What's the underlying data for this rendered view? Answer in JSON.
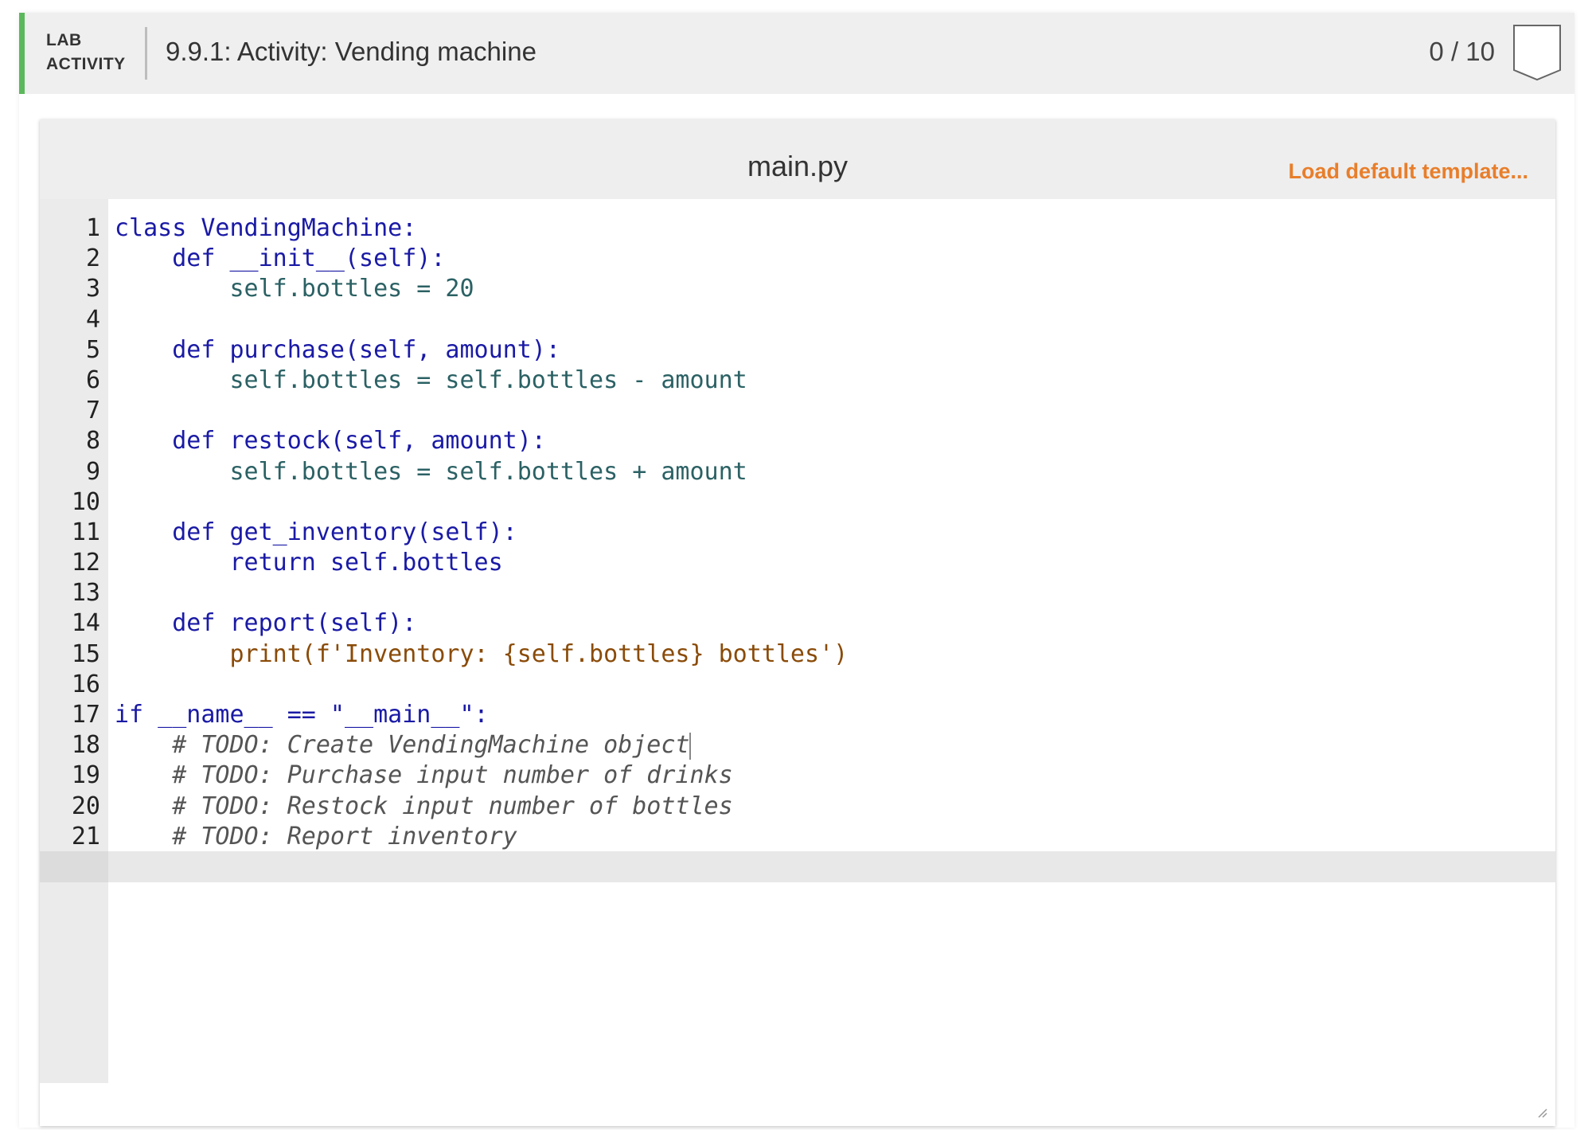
{
  "header": {
    "tag_line1": "LAB",
    "tag_line2": "ACTIVITY",
    "title": "9.9.1: Activity: Vending machine",
    "score": "0 / 10",
    "accent_color": "#5cb85c"
  },
  "editor": {
    "file_name": "main.py",
    "load_template_label": "Load default template...",
    "load_template_color": "#e87e2b",
    "active_line": 18,
    "line_numbers": [
      "1",
      "2",
      "3",
      "4",
      "5",
      "6",
      "7",
      "8",
      "9",
      "10",
      "11",
      "12",
      "13",
      "14",
      "15",
      "16",
      "17",
      "18",
      "19",
      "20",
      "21"
    ],
    "code": {
      "l1": "class VendingMachine:",
      "l2": "    def __init__(self):",
      "l3": "        self.bottles = 20",
      "l4": "",
      "l5": "    def purchase(self, amount):",
      "l6": "        self.bottles = self.bottles - amount",
      "l7": "",
      "l8": "    def restock(self, amount):",
      "l9": "        self.bottles = self.bottles + amount",
      "l10": "",
      "l11": "    def get_inventory(self):",
      "l12": "        return self.bottles",
      "l13": "",
      "l14": "    def report(self):",
      "l15": "        print(f'Inventory: {self.bottles} bottles')",
      "l16": "",
      "l17": "if __name__ == \"__main__\":",
      "l18": "    # TODO: Create VendingMachine object",
      "l19": "    # TODO: Purchase input number of drinks",
      "l20": "    # TODO: Restock input number of bottles",
      "l21": "    # TODO: Report inventory"
    }
  }
}
